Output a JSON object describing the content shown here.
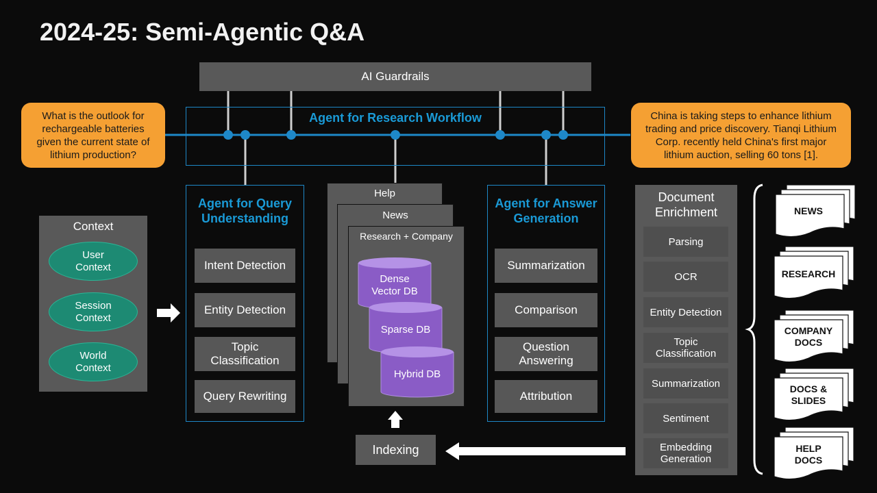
{
  "title": "2024-25: Semi-Agentic Q&A",
  "guardrails": "AI Guardrails",
  "workflow": {
    "title": "Agent for Research Workflow"
  },
  "question": "What is the outlook for rechargeable batteries given the current state of lithium production?",
  "answer": "China is taking steps to enhance lithium trading and price discovery. Tianqi Lithium Corp. recently held China's first major lithium auction, selling 60 tons [1].",
  "context": {
    "title": "Context",
    "items": [
      "User\nContext",
      "Session\nContext",
      "World\nContext"
    ]
  },
  "query_agent": {
    "title": "Agent for Query Understanding",
    "items": [
      "Intent Detection",
      "Entity Detection",
      "Topic\nClassification",
      "Query Rewriting"
    ]
  },
  "stores": {
    "cards": [
      "Help",
      "News",
      "Research + Company"
    ],
    "dbs": [
      "Dense\nVector DB",
      "Sparse DB",
      "Hybrid DB"
    ]
  },
  "indexing": "Indexing",
  "answer_agent": {
    "title": "Agent for Answer Generation",
    "items": [
      "Summarization",
      "Comparison",
      "Question\nAnswering",
      "Attribution"
    ]
  },
  "enrichment": {
    "title": "Document Enrichment",
    "items": [
      "Parsing",
      "OCR",
      "Entity Detection",
      "Topic\nClassification",
      "Summarization",
      "Sentiment",
      "Embedding\nGeneration"
    ]
  },
  "documents": [
    "NEWS",
    "RESEARCH",
    "COMPANY\nDOCS",
    "DOCS &\nSLIDES",
    "HELP\nDOCS"
  ],
  "colors": {
    "accent_blue": "#1a9ad6",
    "bubble_orange": "#f5a033",
    "db_purple": "#8a5cc6",
    "context_teal": "#1d8a73"
  }
}
